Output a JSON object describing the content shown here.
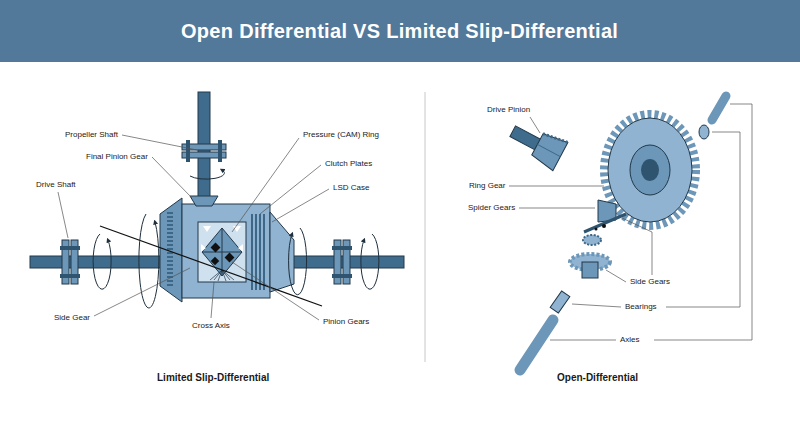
{
  "diagram": {
    "title": "Open Differential VS Limited Slip-Differential",
    "labels": [
      "Propeller Shaft",
      "Final Pinion Gear",
      "Drive Shaft",
      "Side Gear",
      "Cross Axis",
      "Pressure (CAM) Ring",
      "Clutch Plates",
      "LSD Case",
      "Pinion Gears",
      "Limited Slip-Differential",
      "Drive Pinion",
      "Ring Gear",
      "Spider Gears",
      "Side Gears",
      "Bearings",
      "Axles",
      "Open-Differential"
    ]
  }
}
